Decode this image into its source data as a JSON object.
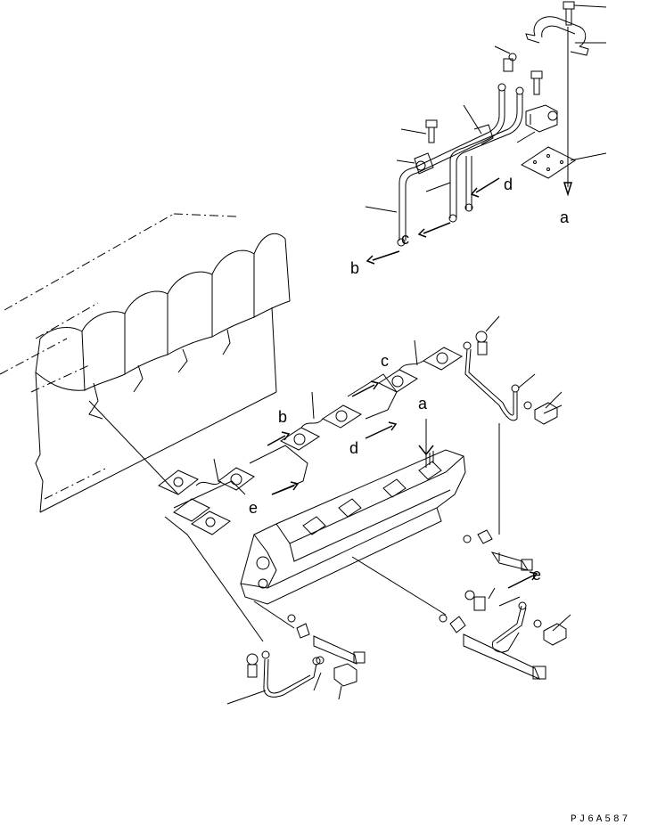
{
  "labels": {
    "a": "a",
    "b": "b",
    "c": "c",
    "d": "d",
    "e": "e"
  },
  "drawing_code": "PJ6A587"
}
